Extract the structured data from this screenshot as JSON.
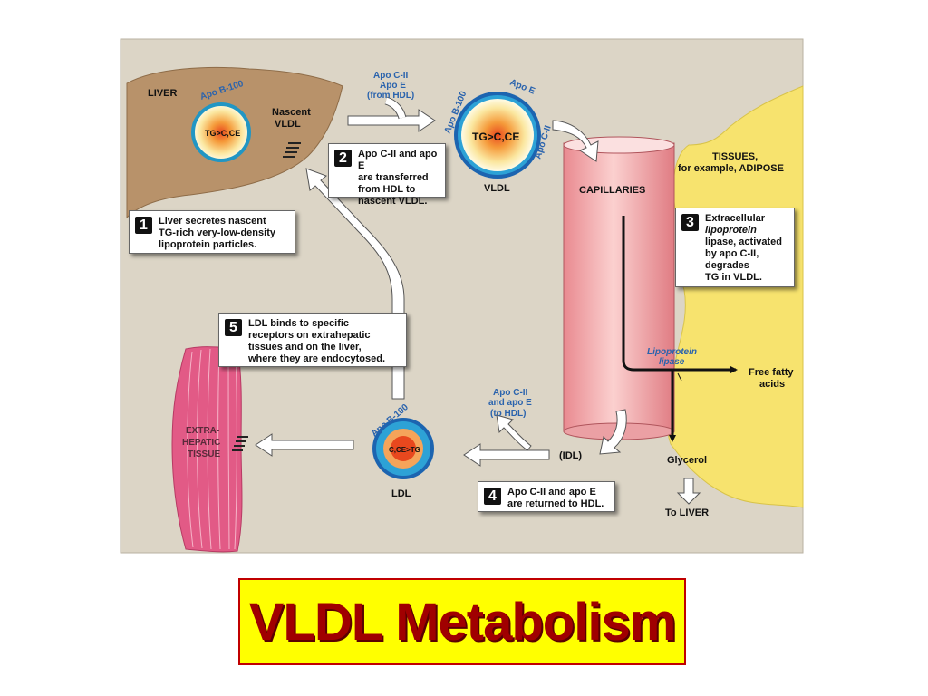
{
  "title": "VLDL Metabolism",
  "colors": {
    "panel": "#dcd5c6",
    "liver": "#b8926a",
    "adipose": "#f7e36e",
    "muscle": "#e25a86",
    "capillary": "#f0a3a6",
    "lipoprotein_ring": "#1c64b0",
    "label_blue": "#2a63ad",
    "title_bg": "#ffff00",
    "title_text": "#a00000",
    "title_border": "#c00000"
  },
  "labels": {
    "liver": "LIVER",
    "apo_b100_liver": "Apo B-100",
    "tg_liver": "TG>C,CE",
    "nascent_vldl_1": "Nascent",
    "nascent_vldl_2": "VLDL",
    "hdl_in_1": "Apo C-II",
    "hdl_in_2": "Apo E",
    "hdl_in_3": "(from HDL)",
    "apo_b100_vldl": "Apo B-100",
    "apo_e_vldl": "Apo E",
    "apo_c2_vldl": "Apo C-II",
    "tg_vldl": "TG>C,CE",
    "vldl": "VLDL",
    "tissues_1": "TISSUES,",
    "tissues_2": "for example, ADIPOSE",
    "capillaries": "CAPILLARIES",
    "lpl_1": "Lipoprotein",
    "lpl_2": "lipase",
    "ffa_1": "Free fatty",
    "ffa_2": "acids",
    "glycerol": "Glycerol",
    "to_liver": "To LIVER",
    "idl": "(IDL)",
    "hdl_out_1": "Apo C-II",
    "hdl_out_2": "and apo E",
    "hdl_out_3": "(to HDL)",
    "apo_b100_ldl": "Apo B-100",
    "tg_ldl": "C,CE>TG",
    "ldl": "LDL",
    "extra_1": "EXTRA-",
    "extra_2": "HEPATIC",
    "extra_3": "TISSUE"
  },
  "steps": [
    {
      "num": "1",
      "lines": [
        "Liver secretes nascent",
        "TG-rich very-low-density",
        "lipoprotein particles."
      ]
    },
    {
      "num": "2",
      "lines": [
        "Apo C-II and apo E",
        "are transferred",
        "from HDL to",
        "nascent VLDL."
      ]
    },
    {
      "num": "3",
      "lines": [
        "Extracellular",
        "lipoprotein",
        "lipase, activated",
        "by apo C-II,",
        "degrades",
        "TG in VLDL."
      ]
    },
    {
      "num": "4",
      "lines": [
        "Apo C-II and apo E",
        "are returned to HDL."
      ]
    },
    {
      "num": "5",
      "lines": [
        "LDL binds to specific",
        "receptors on extrahepatic",
        "tissues and on the liver,",
        "where they are endocytosed."
      ]
    }
  ]
}
